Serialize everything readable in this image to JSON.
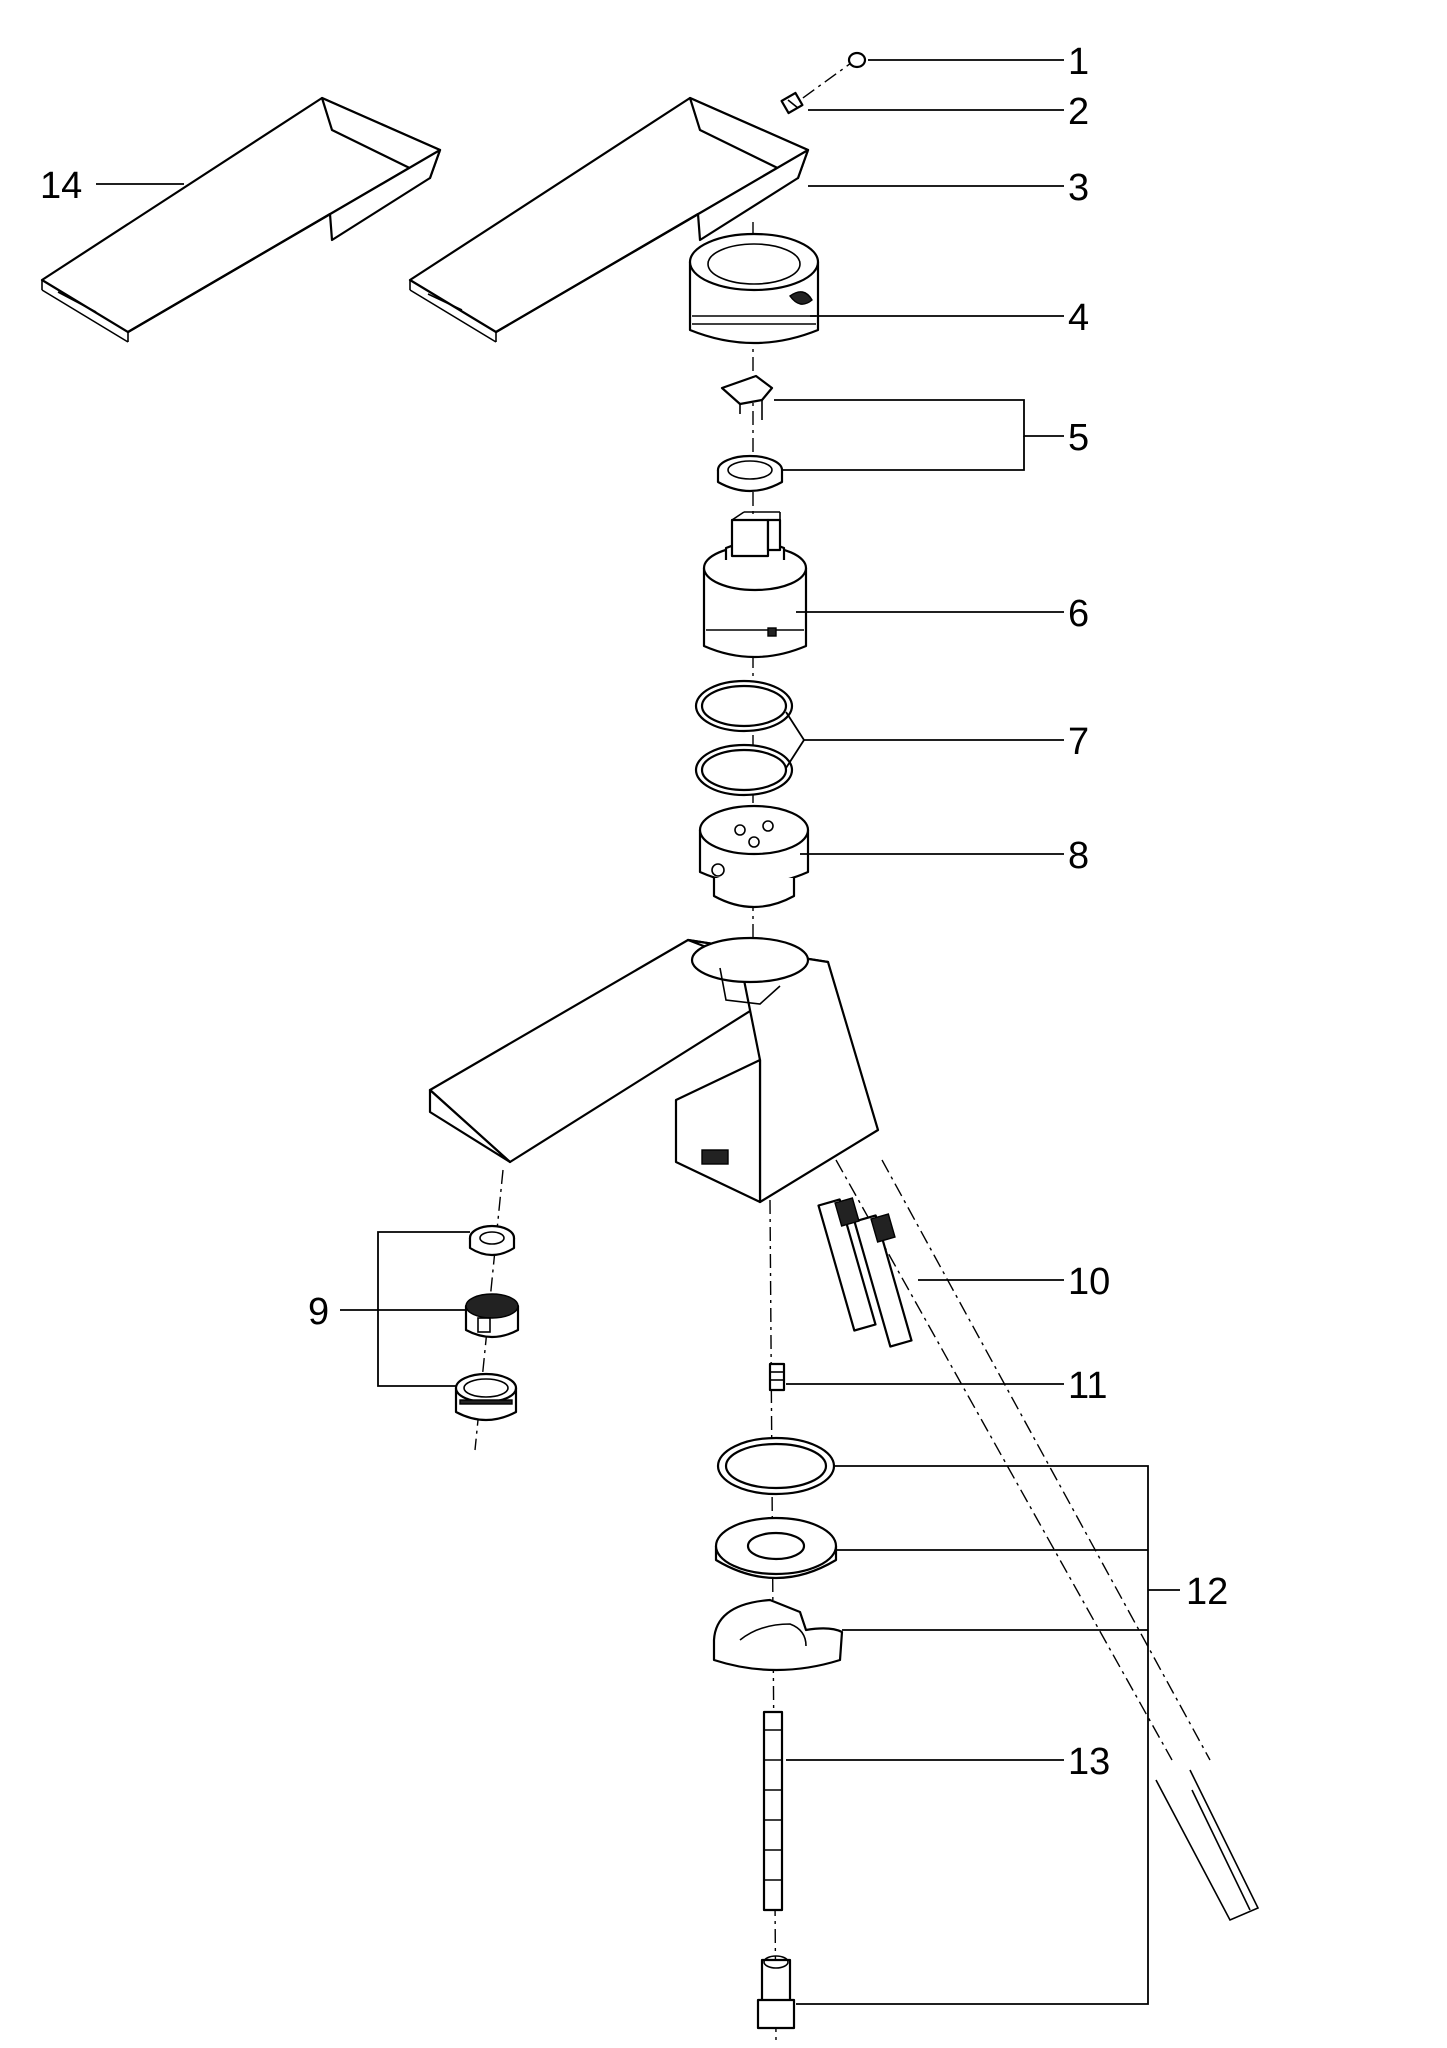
{
  "callouts": [
    {
      "id": "1",
      "label": "1",
      "part": "cap-screw"
    },
    {
      "id": "2",
      "label": "2",
      "part": "grub-screw"
    },
    {
      "id": "3",
      "label": "3",
      "part": "lever-handle"
    },
    {
      "id": "4",
      "label": "4",
      "part": "threaded-cover-sleeve"
    },
    {
      "id": "5",
      "label": "5",
      "part": "clip-and-adapter-ring"
    },
    {
      "id": "6",
      "label": "6",
      "part": "ceramic-cartridge"
    },
    {
      "id": "7",
      "label": "7",
      "part": "o-rings"
    },
    {
      "id": "8",
      "label": "8",
      "part": "cartridge-base"
    },
    {
      "id": "9",
      "label": "9",
      "part": "aerator-set"
    },
    {
      "id": "10",
      "label": "10",
      "part": "flexible-hoses"
    },
    {
      "id": "11",
      "label": "11",
      "part": "set-screw"
    },
    {
      "id": "12",
      "label": "12",
      "part": "mounting-set"
    },
    {
      "id": "13",
      "label": "13",
      "part": "threaded-rod"
    },
    {
      "id": "14",
      "label": "14",
      "part": "alternative-lever-handle"
    }
  ]
}
